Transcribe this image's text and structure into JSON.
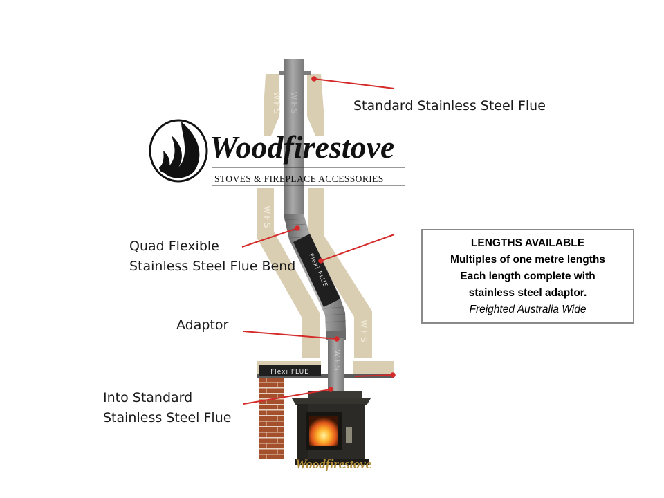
{
  "logo": {
    "name": "Woodfirestove",
    "tagline": "STOVES & FIREPLACE ACCESSORIES",
    "stove_badge": "Woodfirestove"
  },
  "pipe_markings": {
    "wfs": "WFS",
    "flexi_flue_vertical": "Flexi FLUE",
    "flexi_flue_panel": "Flexi FLUE"
  },
  "labels": {
    "standard_flue": "Standard Stainless Steel Flue",
    "quad_bend_line1": "Quad Flexible",
    "quad_bend_line2": "Stainless Steel Flue Bend",
    "adaptor": "Adaptor",
    "into_standard_line1": "Into Standard",
    "into_standard_line2": "Stainless Steel Flue"
  },
  "lengths_box": {
    "heading": "LENGTHS AVAILABLE",
    "line1": "Multiples of one metre lengths",
    "line2": "Each length complete with",
    "line3": "stainless steel adaptor.",
    "line4": "Freighted Australia Wide"
  },
  "colors": {
    "casing": "#d9ceb2",
    "pipe": "#8f8f8f",
    "leader": "#d42a2a",
    "brick": "#a6532e",
    "stove": "#2b2a26"
  }
}
